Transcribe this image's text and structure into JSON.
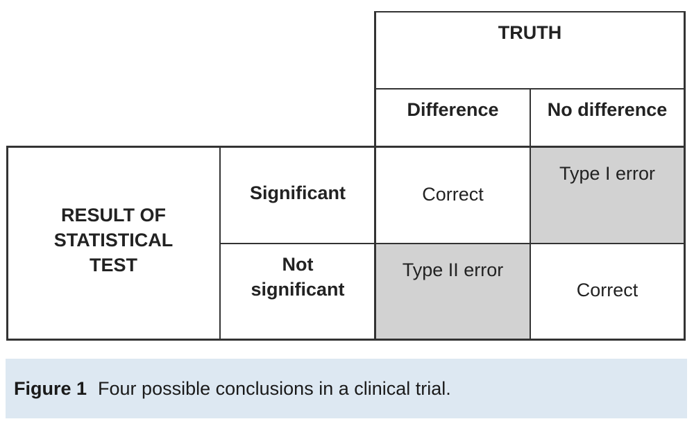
{
  "table": {
    "truth_header": "TRUTH",
    "col_difference": "Difference",
    "col_no_difference": "No difference",
    "row_header": "RESULT OF STATISTICAL TEST",
    "row_significant": "Significant",
    "row_not_significant": "Not significant",
    "cell_sig_diff": "Correct",
    "cell_sig_nodiff": "Type I error",
    "cell_notsig_diff": "Type II error",
    "cell_notsig_nodiff": "Correct",
    "shade_color": "#d2d2d2"
  },
  "caption": {
    "label": "Figure 1",
    "text": "Four possible conclusions in a clinical trial."
  }
}
